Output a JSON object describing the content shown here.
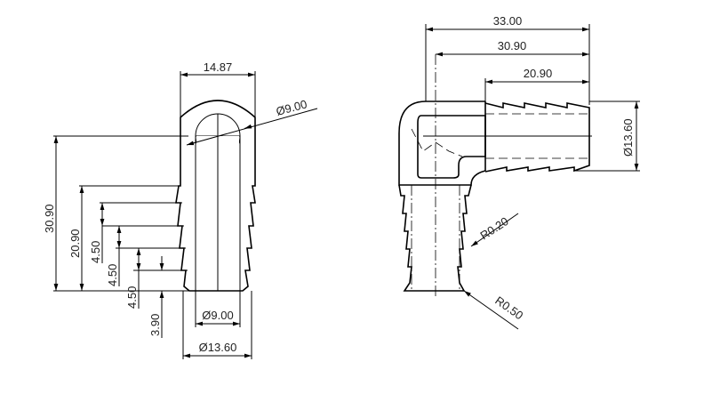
{
  "drawing": {
    "section_view": {
      "width_label": "14.87",
      "inner_dia_top_label": "Ø9.00",
      "total_height_label": "30.90",
      "barb_length_label": "20.90",
      "barb_pitch_labels": [
        "4.50",
        "4.50",
        "4.50"
      ],
      "tip_length_label": "3.90",
      "bore_dia_label": "Ø9.00",
      "outer_dia_label": "Ø13.60"
    },
    "elbow_view": {
      "overall_length_label": "33.00",
      "center_length_label": "30.90",
      "barb_length_label": "20.90",
      "outer_dia_label": "Ø13.60",
      "fillet_small_label": "R0.20",
      "fillet_large_label": "R0.50"
    }
  }
}
